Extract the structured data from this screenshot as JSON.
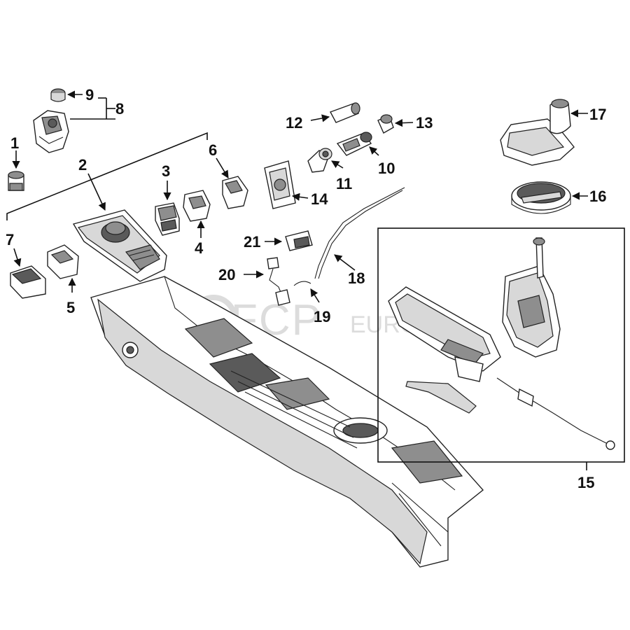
{
  "watermark": {
    "brand": "FCP",
    "suffix": "EURO"
  },
  "callouts": {
    "c1": "1",
    "c2": "2",
    "c3": "3",
    "c4": "4",
    "c5": "5",
    "c6": "6",
    "c7": "7",
    "c8": "8",
    "c9": "9",
    "c10": "10",
    "c11": "11",
    "c12": "12",
    "c13": "13",
    "c14": "14",
    "c15": "15",
    "c16": "16",
    "c17": "17",
    "c18": "18",
    "c19": "19",
    "c20": "20",
    "c21": "21"
  }
}
